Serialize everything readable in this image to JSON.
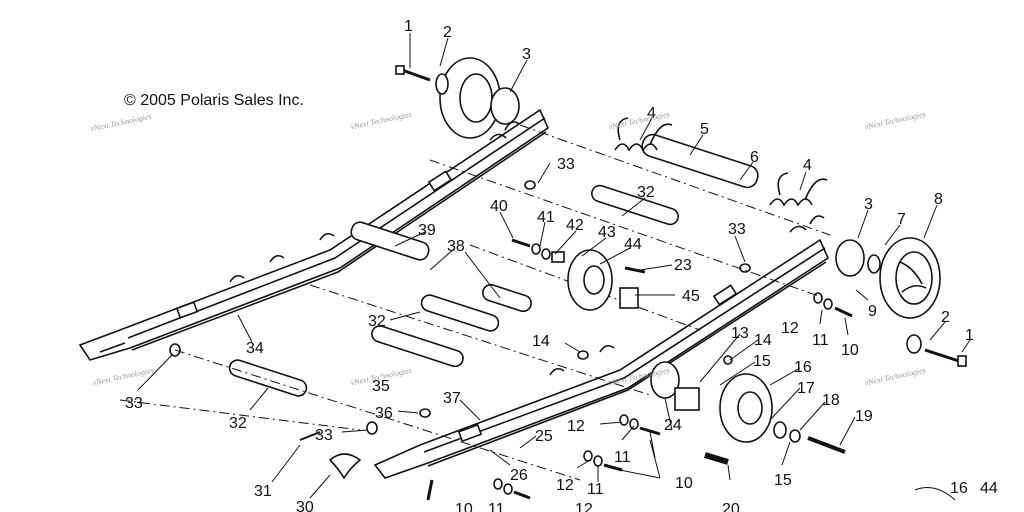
{
  "copyright": "© 2005 Polaris Sales Inc.",
  "watermark_text": "vNext Technologies",
  "callouts": [
    "1",
    "2",
    "3",
    "4",
    "5",
    "6",
    "4",
    "3",
    "8",
    "7",
    "9",
    "2",
    "1",
    "33",
    "32",
    "33",
    "40",
    "41",
    "42",
    "43",
    "44",
    "23",
    "45",
    "39",
    "38",
    "32",
    "34",
    "33",
    "32",
    "35",
    "36",
    "37",
    "33",
    "31",
    "30",
    "25",
    "26",
    "14",
    "13",
    "14",
    "15",
    "16",
    "17",
    "18",
    "19",
    "12",
    "11",
    "10",
    "12",
    "11",
    "10",
    "24",
    "12",
    "11",
    "10",
    "12",
    "11",
    "20",
    "15",
    "16",
    "44"
  ]
}
